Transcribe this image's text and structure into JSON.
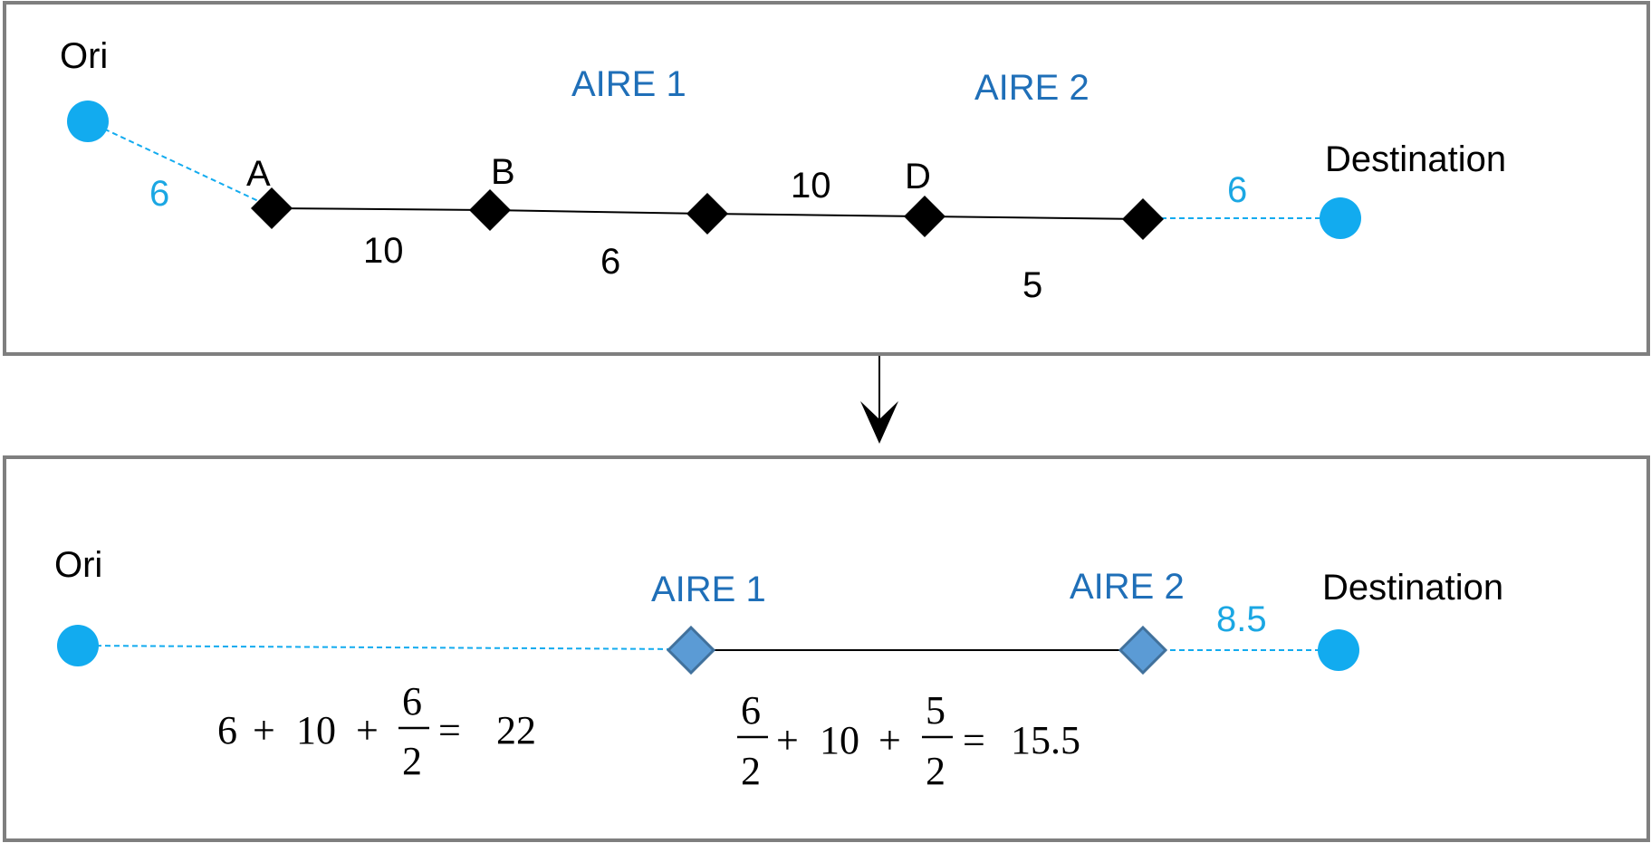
{
  "colors": {
    "frame": "#7f7f7f",
    "endpoint": "#12abef",
    "dashed_link": "#12abef",
    "node_black": "#000000",
    "node_merged_fill": "#5b9bd5",
    "node_merged_stroke": "#41719c",
    "aire_text": "#1f6fb8",
    "cyan_text": "#1ba7e3"
  },
  "top_panel": {
    "origin_label": "Ori",
    "destination_label": "Destination",
    "aire1_label": "AIRE 1",
    "aire2_label": "AIRE 2",
    "node_labels": {
      "a": "A",
      "b": "B",
      "d": "D"
    },
    "access_origin": "6",
    "access_destination": "6",
    "edge_ab": "10",
    "edge_b_mid": "6",
    "edge_mid_d": "10",
    "edge_d_end": "5"
  },
  "bottom_panel": {
    "origin_label": "Ori",
    "destination_label": "Destination",
    "aire1_label": "AIRE 1",
    "aire2_label": "AIRE 2",
    "access_destination": "8.5",
    "formula1": {
      "t1": "6",
      "op1": "+",
      "t2": "10",
      "op2": "+",
      "num": "6",
      "den": "2",
      "eq": "=",
      "result": "22"
    },
    "formula2": {
      "num1": "6",
      "den1": "2",
      "op1": "+",
      "t2": "10",
      "op2": "+",
      "num2": "5",
      "den2": "2",
      "eq": "=",
      "result": "15.5"
    }
  }
}
